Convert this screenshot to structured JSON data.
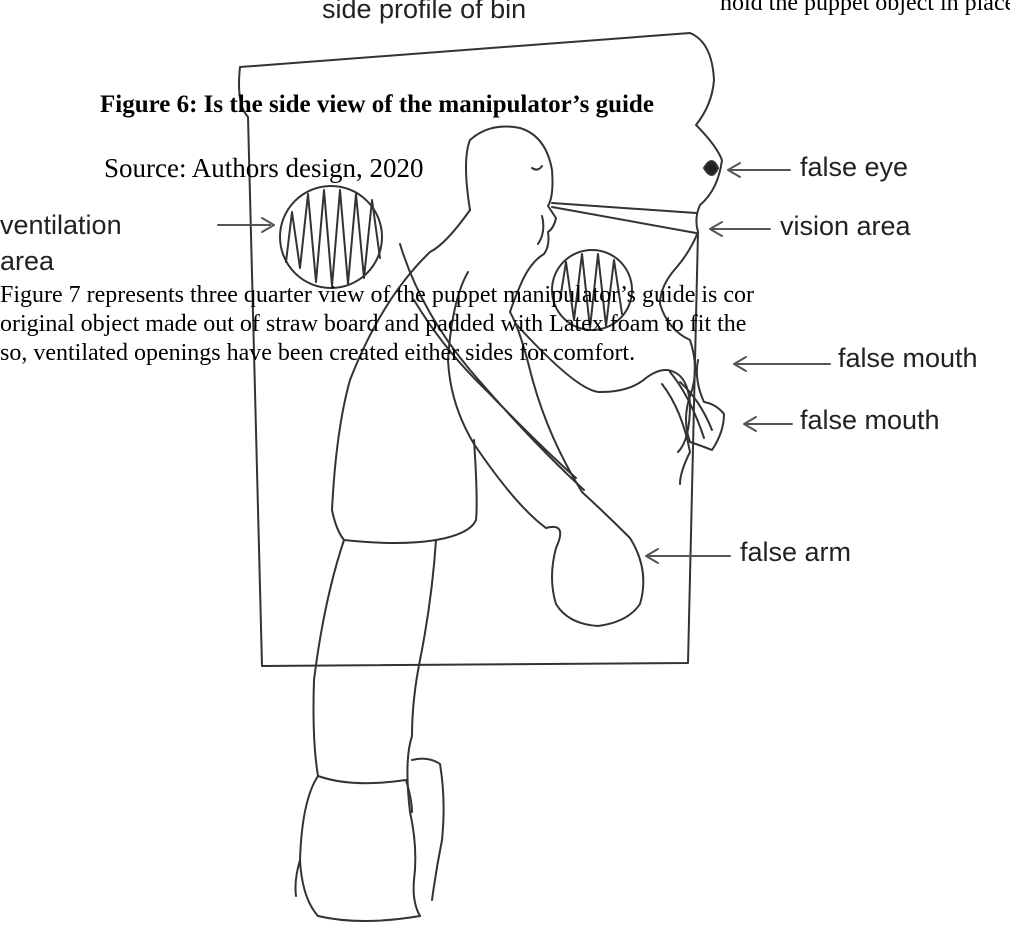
{
  "page": {
    "top_fragment": "hold the puppet object in place",
    "figure_caption": "Figure 6: Is the side view of the manipulator’s guide",
    "source": "Source: Authors design, 2020",
    "paragraph_lines": [
      "Figure 7 represents three quarter view of the puppet manipulator’s guide is cor",
      "original object made out of straw board and padded with Latex foam to fit the",
      "so, ventilated openings have been created either sides for comfort."
    ]
  },
  "diagram": {
    "labels": {
      "side_profile": "side profile of bin",
      "false_eye": "false eye",
      "ventilation_line1": "ventilation",
      "ventilation_line2": "area",
      "vision_area": "vision area",
      "false_mouth_upper": "false mouth",
      "false_mouth": "false mouth",
      "false_arm": "false arm"
    }
  }
}
